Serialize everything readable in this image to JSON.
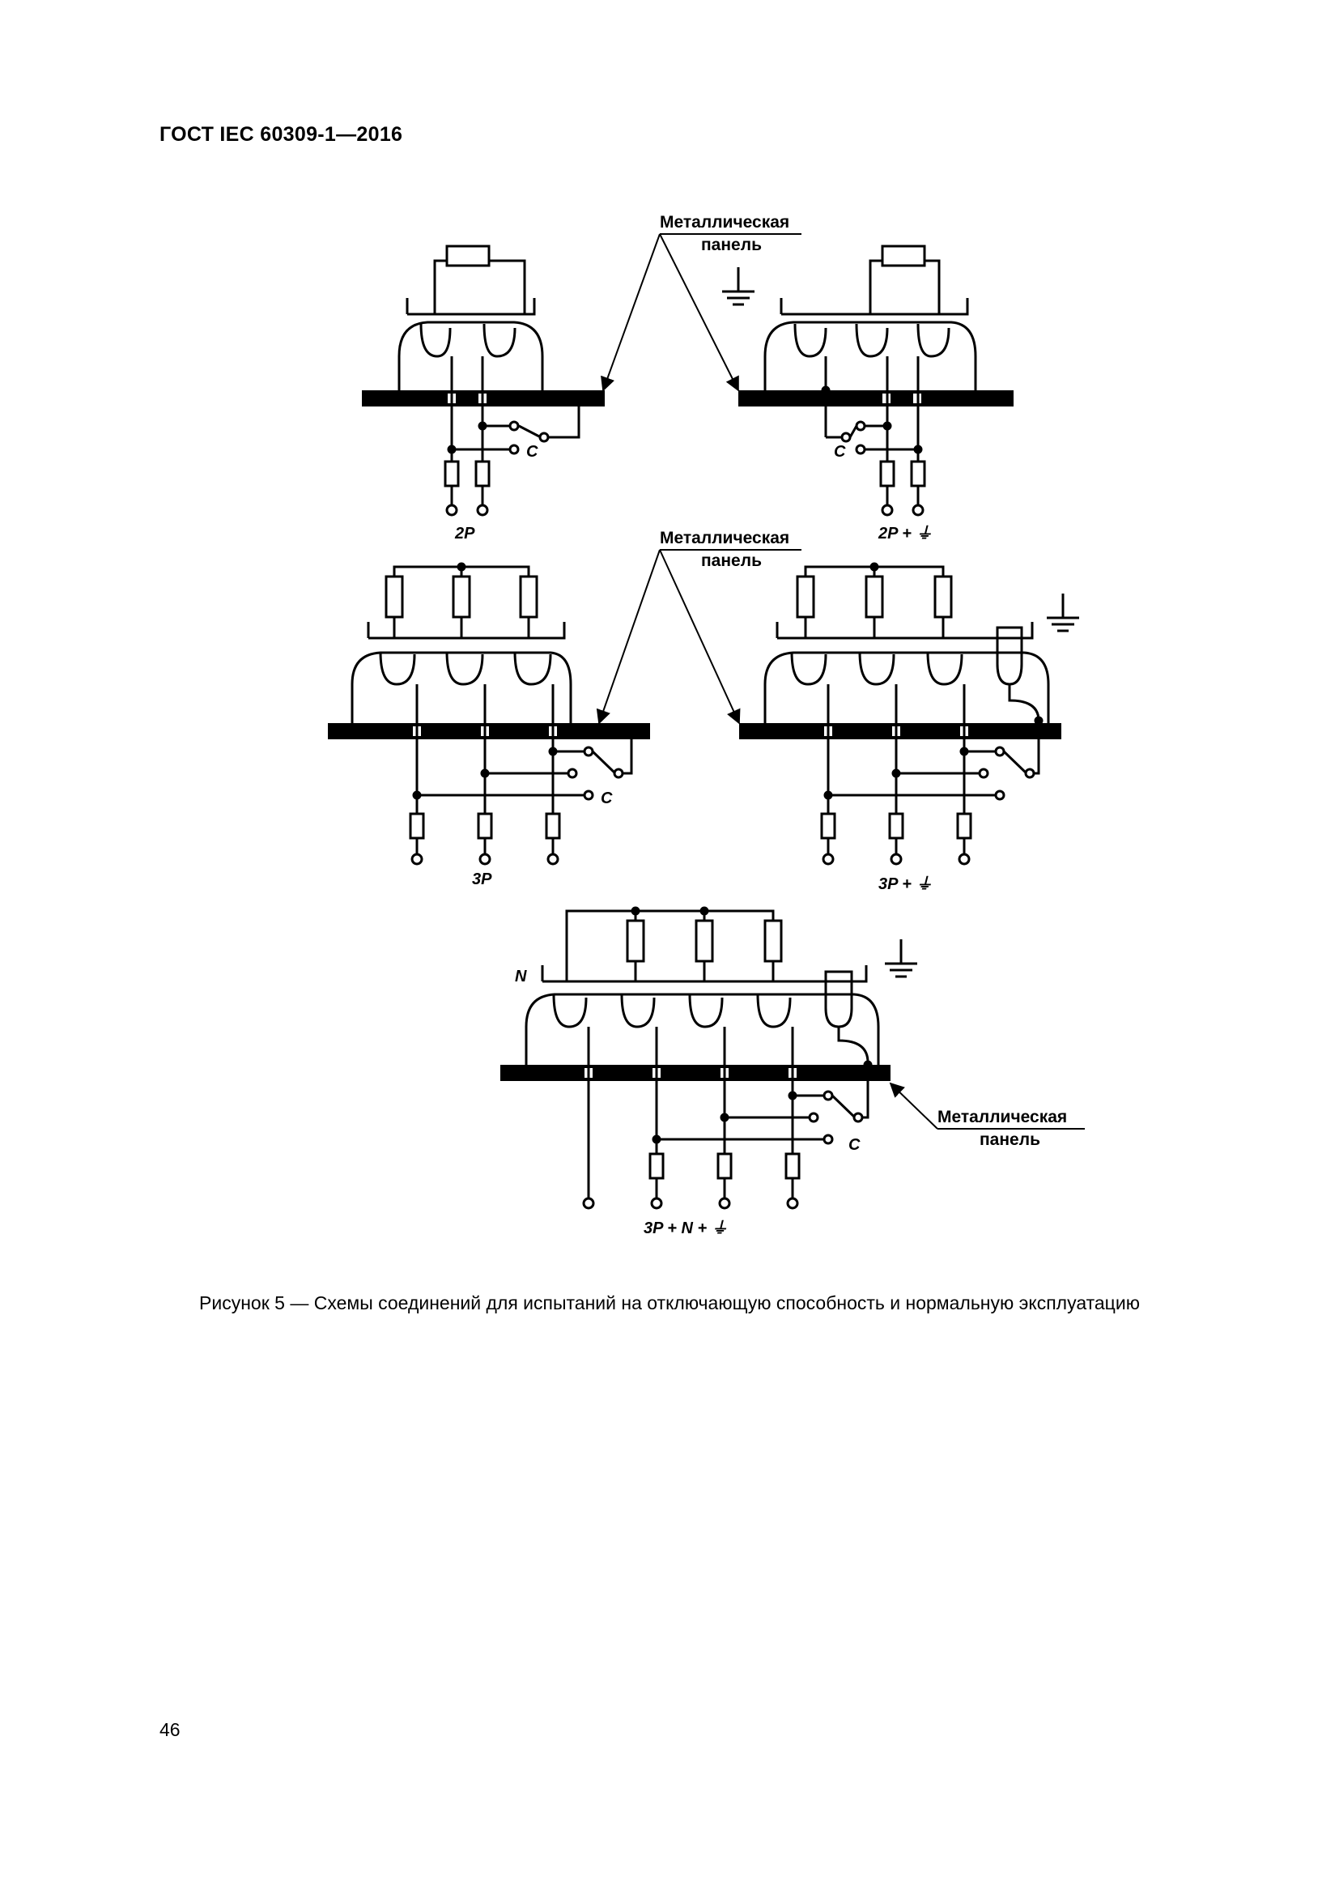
{
  "header": {
    "title": "ГОСТ IEC 60309-1—2016"
  },
  "figure": {
    "callout_lines": [
      "Металлическая",
      "панель"
    ],
    "capacitor_label": "C",
    "neutral_label": "N",
    "schemes": {
      "s2p": "2P",
      "s2pe": "2P + ⏚",
      "s3p": "3P",
      "s3pe": "3P + ⏚",
      "s3pne": "3P + N + ⏚"
    }
  },
  "caption": "Рисунок 5 — Схемы соединений для испытаний на отключающую способность и нормальную эксплуатацию",
  "page_number": "46"
}
